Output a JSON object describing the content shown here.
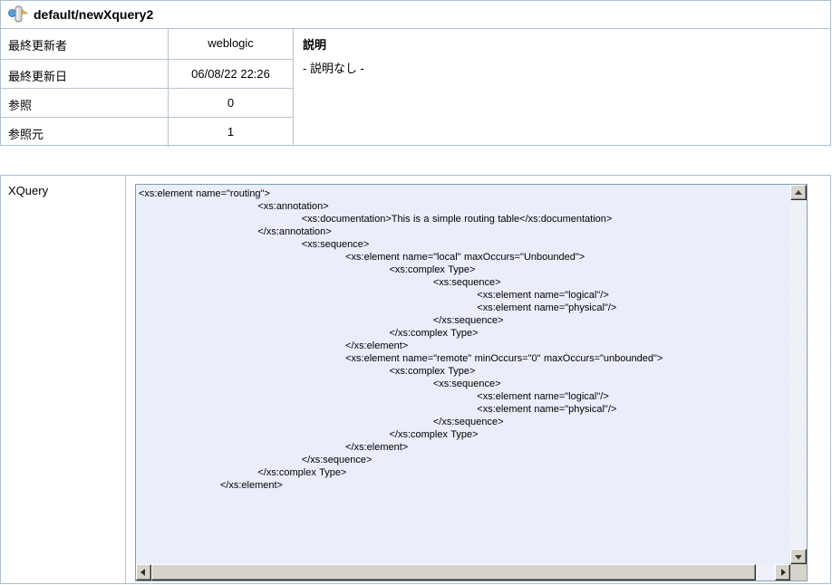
{
  "header": {
    "title": "default/newXquery2",
    "icon": "xquery-resource-icon"
  },
  "info": {
    "rows": [
      {
        "label": "最終更新者",
        "value": "weblogic"
      },
      {
        "label": "最終更新日",
        "value": "06/08/22 22:26"
      },
      {
        "label": "参照",
        "value": "0"
      },
      {
        "label": "参照元",
        "value": "1"
      }
    ],
    "description": {
      "title": "説明",
      "body": "- 説明なし -"
    }
  },
  "xquery": {
    "label": "XQuery",
    "code_lines": [
      {
        "indent": 0,
        "text": "<xs:element name=\"routing\">"
      },
      {
        "indent": 38,
        "text": "<xs:annotation>"
      },
      {
        "indent": 52,
        "text": "<xs:documentation>This is a simple routing table</xs:documentation>"
      },
      {
        "indent": 38,
        "text": "</xs:annotation>"
      },
      {
        "indent": 52,
        "text": "<xs:sequence>"
      },
      {
        "indent": 66,
        "text": "<xs:element name=\"local\" maxOccurs=\"Unbounded\">"
      },
      {
        "indent": 80,
        "text": "<xs:complex Type>"
      },
      {
        "indent": 94,
        "text": "<xs:sequence>"
      },
      {
        "indent": 108,
        "text": "<xs:element name=\"logical\"/>"
      },
      {
        "indent": 108,
        "text": "<xs:element name=\"physical\"/>"
      },
      {
        "indent": 94,
        "text": "</xs:sequence>"
      },
      {
        "indent": 80,
        "text": "</xs:complex Type>"
      },
      {
        "indent": 66,
        "text": "</xs:element>"
      },
      {
        "indent": 66,
        "text": "<xs:element name=\"remote\" minOccurs=\"0\" maxOccurs=\"unbounded\">"
      },
      {
        "indent": 80,
        "text": "<xs:complex Type>"
      },
      {
        "indent": 94,
        "text": "<xs:sequence>"
      },
      {
        "indent": 108,
        "text": "<xs:element name=\"logical\"/>"
      },
      {
        "indent": 108,
        "text": "<xs:element name=\"physical\"/>"
      },
      {
        "indent": 94,
        "text": "</xs:sequence>"
      },
      {
        "indent": 80,
        "text": "</xs:complex Type>"
      },
      {
        "indent": 66,
        "text": "</xs:element>"
      },
      {
        "indent": 52,
        "text": "</xs:sequence>"
      },
      {
        "indent": 38,
        "text": "</xs:complex Type>"
      },
      {
        "indent": 26,
        "text": "</xs:element>"
      }
    ]
  },
  "colors": {
    "editor_background": "#e9eefa",
    "editor_border": "#7f9db9",
    "panel_border": "#aebecd",
    "scrollbar_face": "#d7d3cb"
  }
}
